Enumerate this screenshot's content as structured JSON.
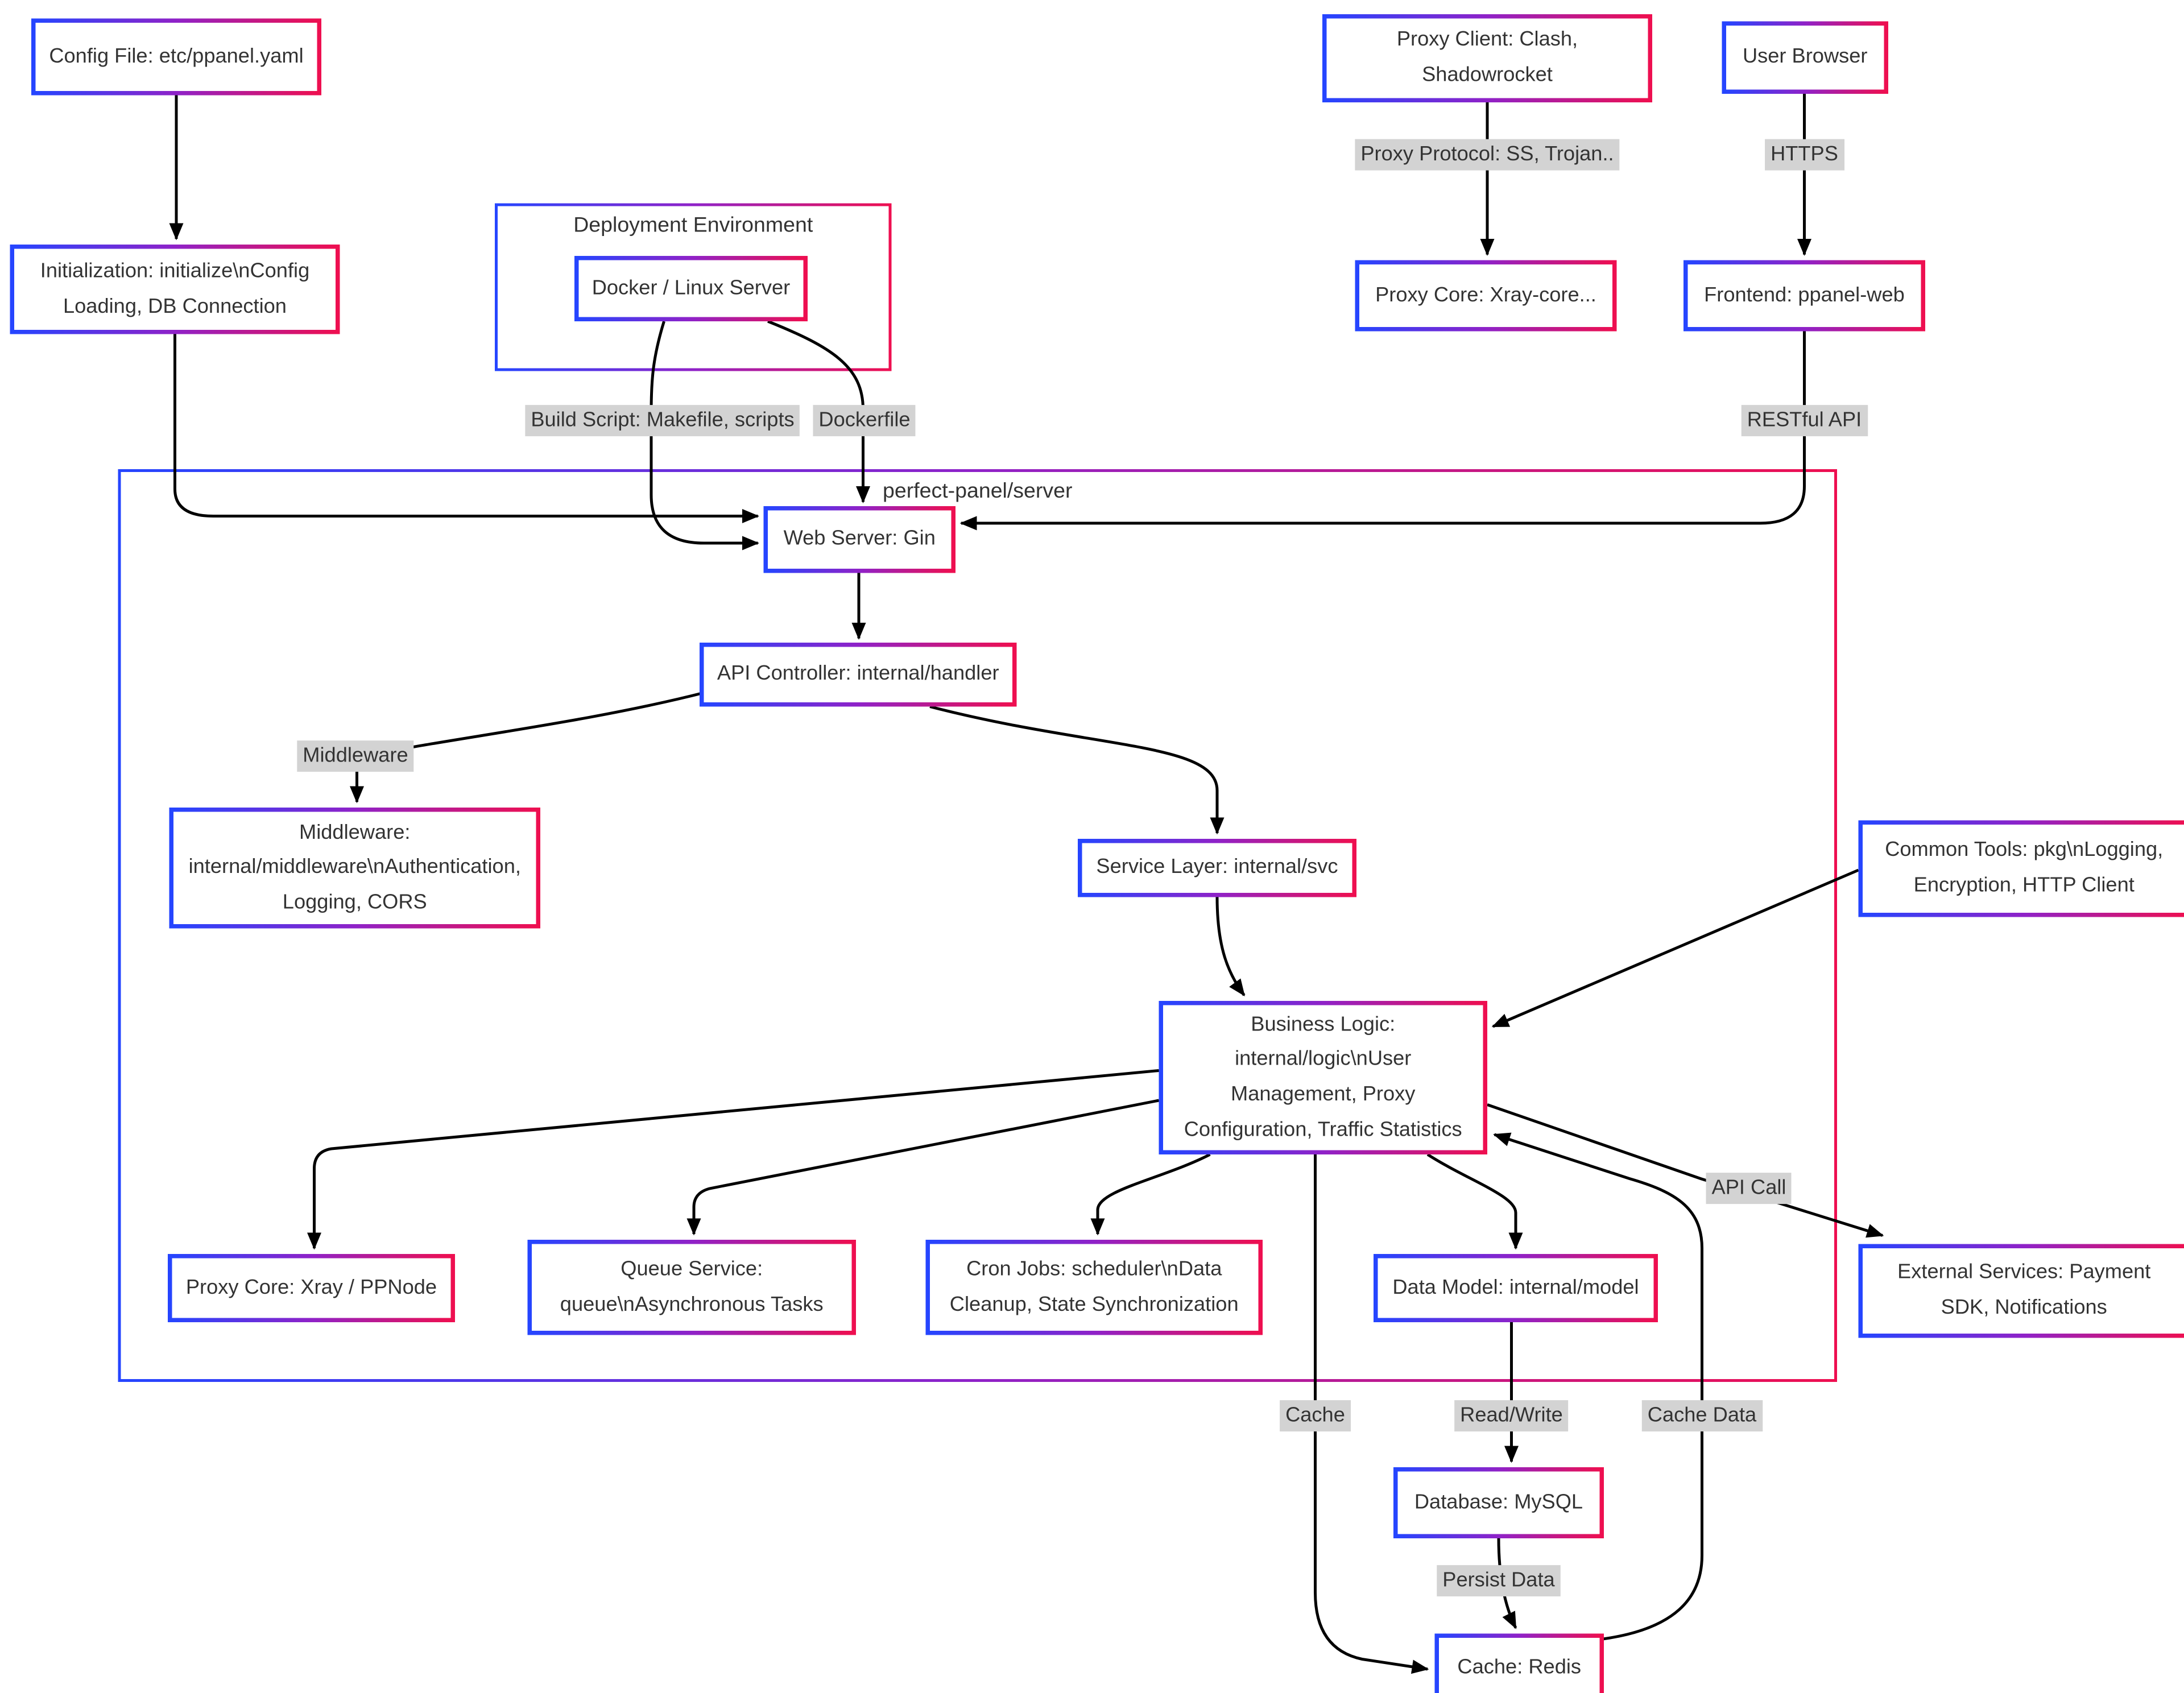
{
  "colors": {
    "border_gradient": [
      "#2545ff",
      "#8f22c8",
      "#ee0f50"
    ],
    "edge_label_bg": "#d3d3d3",
    "text": "#333333",
    "line": "#000000",
    "background": "#ffffff"
  },
  "clusters": {
    "deployment": {
      "label": "Deployment Environment"
    },
    "server": {
      "label": "perfect-panel/server"
    }
  },
  "nodes": {
    "config_file": {
      "lines": [
        "Config File: etc/ppanel.yaml"
      ]
    },
    "initialization": {
      "lines": [
        "Initialization: initialize\\nConfig",
        "Loading, DB Connection"
      ]
    },
    "docker": {
      "lines": [
        "Docker / Linux Server"
      ]
    },
    "proxy_client": {
      "lines": [
        "Proxy Client: Clash,",
        "Shadowrocket"
      ]
    },
    "proxy_core_client": {
      "lines": [
        "Proxy Core: Xray-core..."
      ]
    },
    "user_browser": {
      "lines": [
        "User Browser"
      ]
    },
    "frontend": {
      "lines": [
        "Frontend: ppanel-web"
      ]
    },
    "web_server": {
      "lines": [
        "Web Server: Gin"
      ]
    },
    "api_controller": {
      "lines": [
        "API Controller: internal/handler"
      ]
    },
    "middleware": {
      "lines": [
        "Middleware:",
        "internal/middleware\\nAuthentication,",
        "Logging, CORS"
      ]
    },
    "service_layer": {
      "lines": [
        "Service Layer: internal/svc"
      ]
    },
    "business_logic": {
      "lines": [
        "Business Logic:",
        "internal/logic\\nUser",
        "Management, Proxy",
        "Configuration, Traffic Statistics"
      ]
    },
    "proxy_core_node": {
      "lines": [
        "Proxy Core: Xray / PPNode"
      ]
    },
    "queue_service": {
      "lines": [
        "Queue Service:",
        "queue\\nAsynchronous Tasks"
      ]
    },
    "cron_jobs": {
      "lines": [
        "Cron Jobs: scheduler\\nData",
        "Cleanup, State Synchronization"
      ]
    },
    "data_model": {
      "lines": [
        "Data Model: internal/model"
      ]
    },
    "common_tools": {
      "lines": [
        "Common Tools: pkg\\nLogging,",
        "Encryption, HTTP Client"
      ]
    },
    "external_services": {
      "lines": [
        "External Services: Payment",
        "SDK, Notifications"
      ]
    },
    "database_mysql": {
      "lines": [
        "Database: MySQL"
      ]
    },
    "cache_redis": {
      "lines": [
        "Cache: Redis"
      ]
    }
  },
  "edge_labels": {
    "build_script": "Build Script: Makefile, scripts",
    "dockerfile": "Dockerfile",
    "proxy_protocol": "Proxy Protocol: SS, Trojan..",
    "https": "HTTPS",
    "restful_api": "RESTful API",
    "middleware": "Middleware",
    "api_call": "API Call",
    "cache": "Cache",
    "read_write": "Read/Write",
    "cache_data": "Cache Data",
    "persist_data": "Persist Data"
  }
}
